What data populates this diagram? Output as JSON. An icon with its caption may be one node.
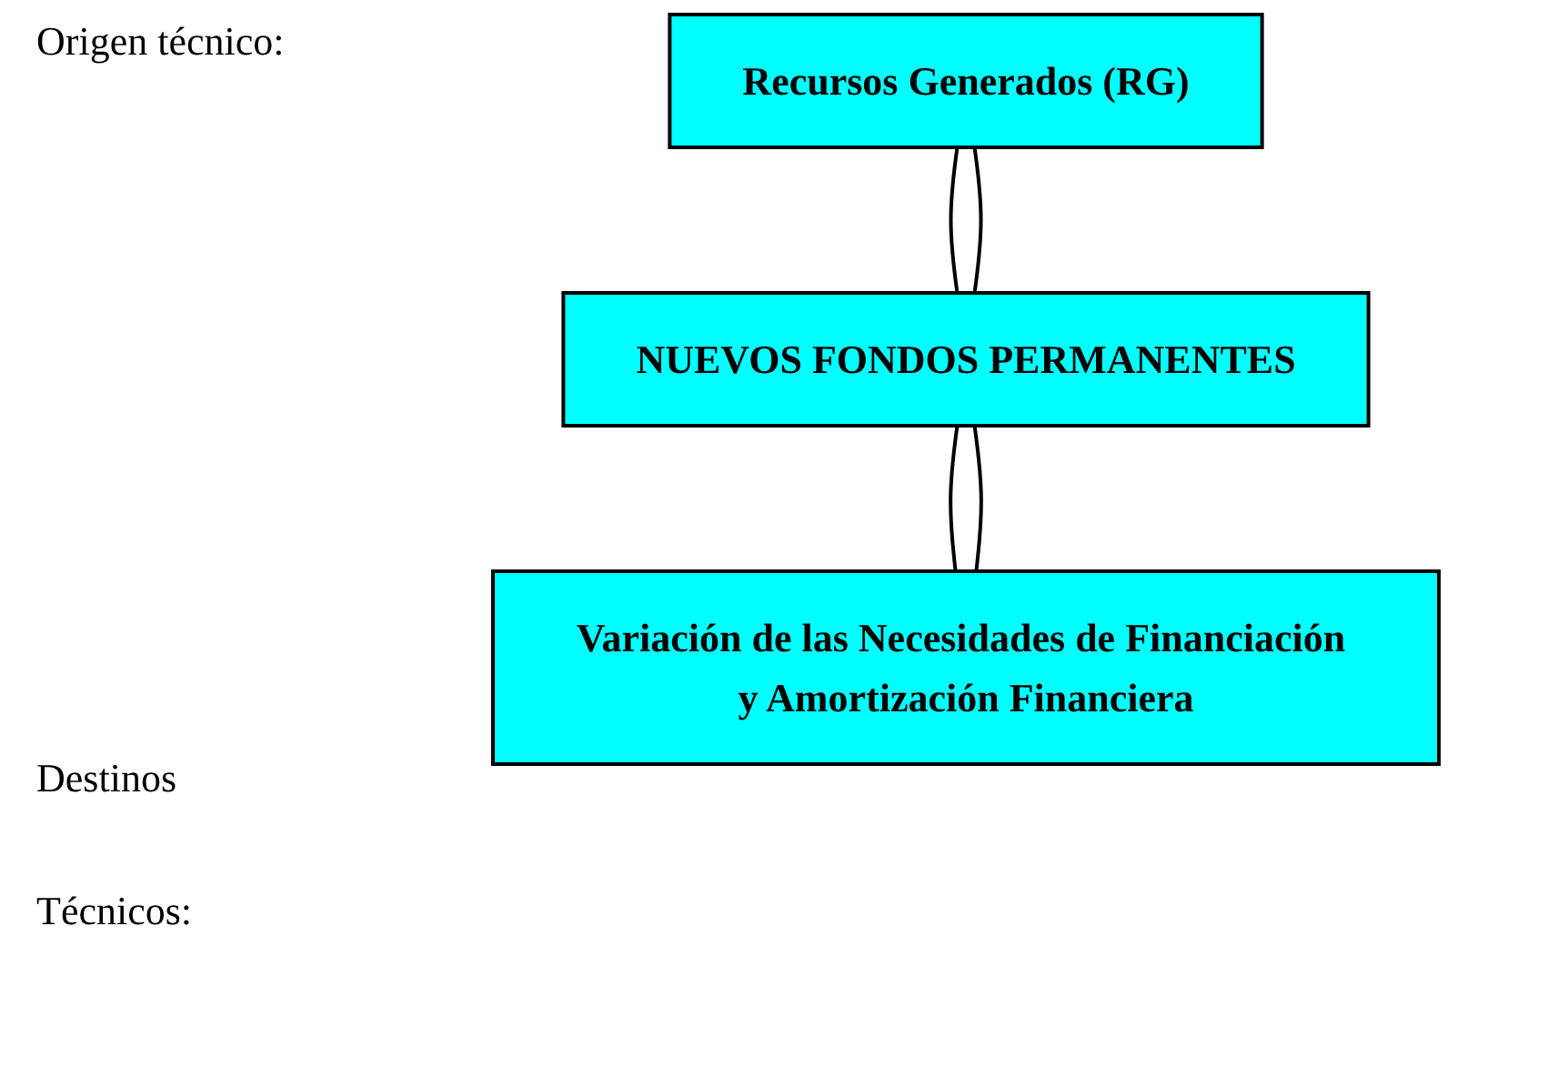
{
  "diagram": {
    "nodes": [
      {
        "text": [
          "Recursos Generados (RG)"
        ]
      },
      {
        "text": [
          "NUEVOS FONDOS PERMANENTES"
        ]
      },
      {
        "text": [
          "Variación de las Necesidades de Financiación y Amortización Financiera"
        ]
      }
    ],
    "edges": [
      {
        "from": 0,
        "to": 1,
        "arrow": "none"
      },
      {
        "from": 0,
        "to": 1,
        "arrow": "none"
      },
      {
        "from": 1,
        "to": 2,
        "arrow": "none"
      },
      {
        "from": 1,
        "to": 2,
        "arrow": "none"
      }
    ],
    "labels": [
      "Origen técnico:",
      "Destinos",
      "Técnicos:"
    ]
  }
}
